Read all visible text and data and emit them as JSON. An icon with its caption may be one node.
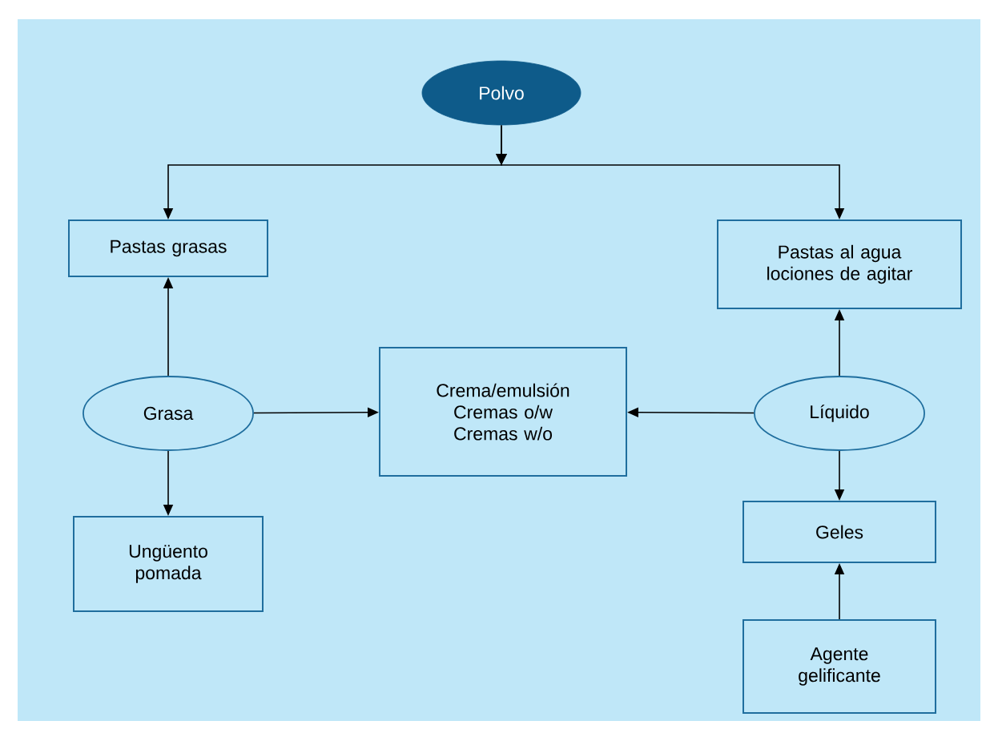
{
  "diagram": {
    "nodes": [
      {
        "text": [
          "Polvo"
        ]
      },
      {
        "text": [
          "Pastas grasas"
        ]
      },
      {
        "text": [
          "Pastas al agua lociones de agitar"
        ]
      },
      {
        "text": [
          "Grasa"
        ]
      },
      {
        "text": [
          "Crema/emulsión Cremas o/w Cremas w/o"
        ]
      },
      {
        "text": [
          "Líquido"
        ]
      },
      {
        "text": [
          "Ungüento pomada"
        ]
      },
      {
        "text": [
          "Geles"
        ]
      },
      {
        "text": [
          "Agente gelificante"
        ]
      }
    ],
    "edges": [
      {
        "from": 0,
        "to": 1,
        "arrow": "to"
      },
      {
        "from": 0,
        "to": 2,
        "arrow": "to"
      },
      {
        "from": 3,
        "to": 1,
        "arrow": "to"
      },
      {
        "from": 3,
        "to": 6,
        "arrow": "to"
      },
      {
        "from": 3,
        "to": 4,
        "arrow": "to"
      },
      {
        "from": 5,
        "to": 4,
        "arrow": "to"
      },
      {
        "from": 5,
        "to": 2,
        "arrow": "to"
      },
      {
        "from": 5,
        "to": 7,
        "arrow": "to"
      },
      {
        "from": 8,
        "to": 7,
        "arrow": "to"
      }
    ]
  }
}
